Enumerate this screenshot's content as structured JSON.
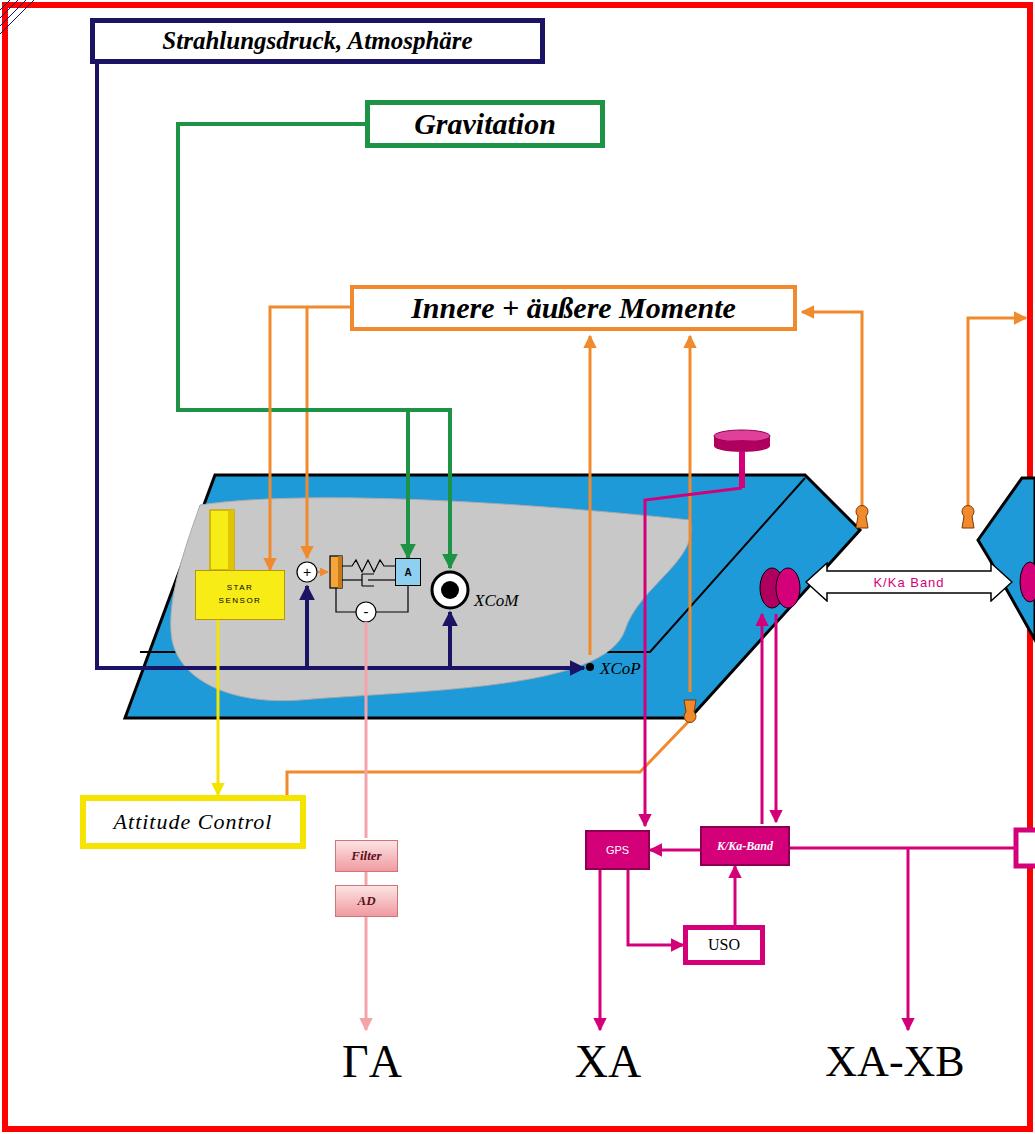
{
  "diagram": {
    "nodes": [
      {
        "text": [
          "Strahlungsdruck, Atmosphäre"
        ]
      },
      {
        "text": [
          "Gravitation"
        ]
      },
      {
        "text": [
          "Innere + äußere Momente"
        ]
      },
      {
        "text": [
          "STAR SENSOR"
        ]
      },
      {
        "text": [
          "A"
        ]
      },
      {
        "text": [
          "K/Ka Band"
        ]
      },
      {
        "text": [
          "Attitude Control"
        ]
      },
      {
        "text": [
          "Filter"
        ]
      },
      {
        "text": [
          "AD"
        ]
      },
      {
        "text": [
          "GPS"
        ]
      },
      {
        "text": [
          "K/Ka-Band"
        ]
      },
      {
        "text": [
          "USO"
        ]
      }
    ],
    "edges": [
      {
        "from": 1,
        "to": 4,
        "arrow": "to"
      },
      {
        "from": 2,
        "to": 3,
        "arrow": "to"
      },
      {
        "from": 3,
        "to": 6,
        "arrow": "to"
      },
      {
        "from": 7,
        "to": 8,
        "arrow": "none"
      },
      {
        "from": 10,
        "to": 9,
        "arrow": "to"
      },
      {
        "from": 9,
        "to": 11,
        "arrow": "to"
      },
      {
        "from": 11,
        "to": 10,
        "arrow": "to"
      }
    ],
    "labels": [
      "+",
      "-",
      "XCoM",
      "XCoP",
      "ΓA",
      "XA",
      "XA-XB"
    ]
  }
}
